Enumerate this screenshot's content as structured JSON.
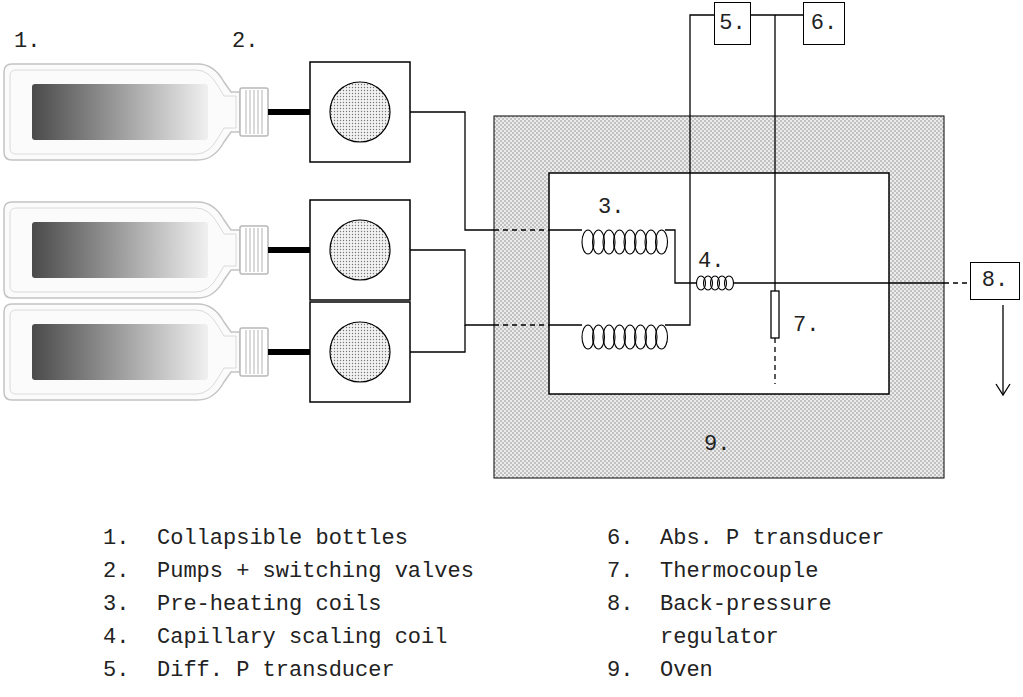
{
  "diagram": {
    "nodes": [
      {
        "text": [
          "9."
        ]
      },
      {
        "text": [
          "5."
        ]
      },
      {
        "text": [
          "6."
        ]
      },
      {
        "text": [
          "8."
        ]
      }
    ],
    "edges": [
      {
        "from": 1,
        "to": 2,
        "arrow": "none"
      }
    ],
    "labels": [
      "1.",
      "2.",
      "3.",
      "4.",
      "7.",
      "1.",
      "Collapsible bottles",
      "2.",
      "Pumps + switching valves",
      "3.",
      "Pre-heating coils",
      "4.",
      "Capillary scaling coil",
      "5.",
      "Diff. P transducer",
      "6.",
      "Abs. P transducer",
      "7.",
      "Thermocouple",
      "8.",
      "Back-pressure regulator",
      "9.",
      "Oven"
    ]
  }
}
